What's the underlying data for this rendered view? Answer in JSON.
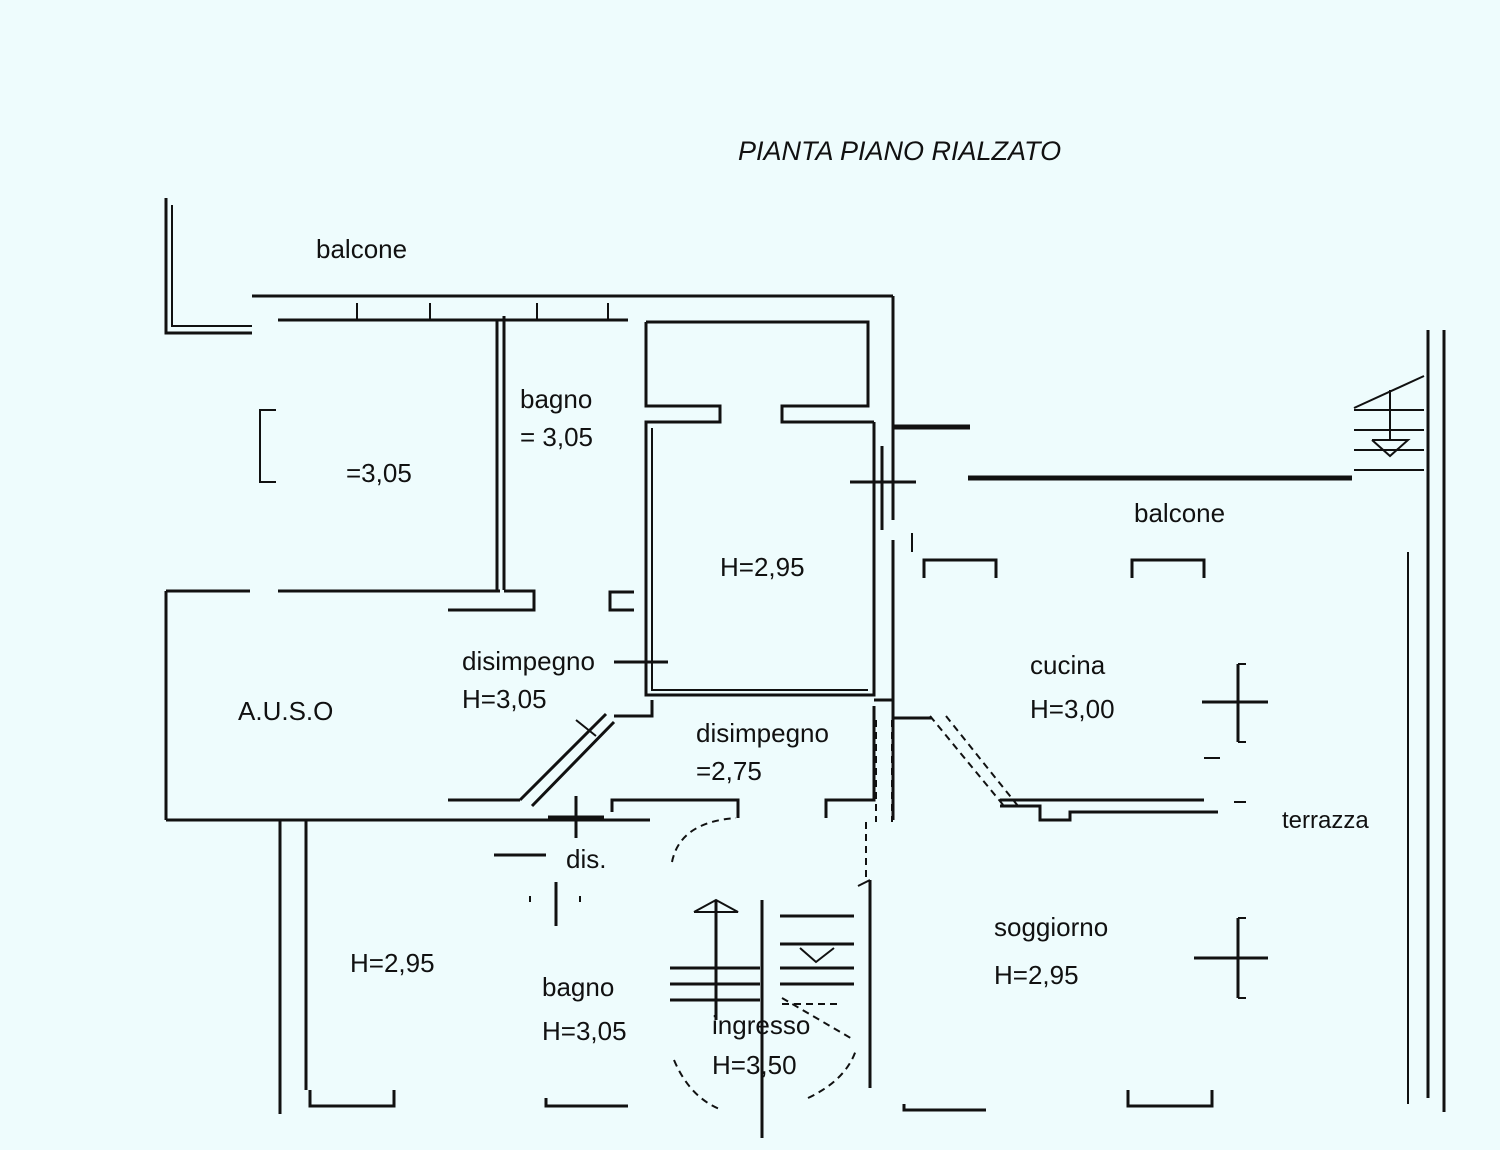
{
  "title": "PIANTA PIANO RIALZATO",
  "rooms": {
    "balcone_top_left": "balcone",
    "room_top_left_height": "=3,05",
    "bagno_top_name": "bagno",
    "bagno_top_height": "= 3,05",
    "center_room_height": "H=2,95",
    "disimpegno_name": "disimpegno",
    "disimpegno_height": "H=3,05",
    "ripostiglio_name": "A.U.S.O",
    "disimpegno2_name": "disimpegno",
    "disimpegno2_height": "=2,75",
    "cucina_name": "cucina",
    "cucina_height": "H=3,00",
    "balcone_right": "balcone",
    "terrazza": "terrazza",
    "dis_name": "dis.",
    "bottom_left_height": "H=2,95",
    "bagno_bottom_name": "bagno",
    "bagno_bottom_height": "H=3,05",
    "ingresso_name": "ingresso",
    "ingresso_height": "H=3,50",
    "soggiorno_name": "soggiorno",
    "soggiorno_height": "H=2,95"
  },
  "colors": {
    "background": "#EEFCFD",
    "lines": "#111111"
  }
}
